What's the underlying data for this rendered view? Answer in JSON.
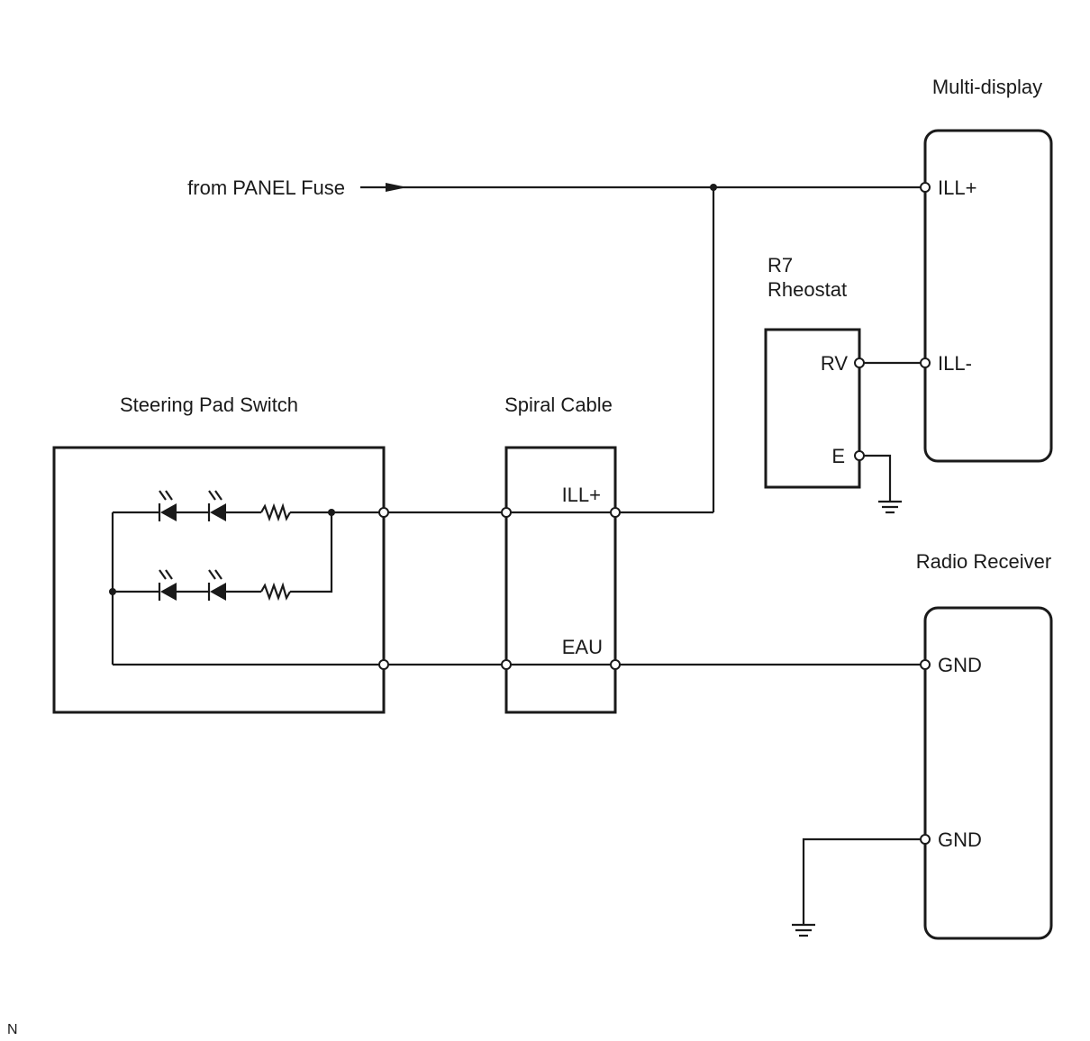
{
  "labels": {
    "panel_fuse": "from PANEL Fuse",
    "multi_display": "Multi-display",
    "rheostat_id": "R7",
    "rheostat_name": "Rheostat",
    "steering_pad_switch": "Steering Pad Switch",
    "spiral_cable": "Spiral Cable",
    "radio_receiver": "Radio Receiver",
    "corner_mark": "N"
  },
  "pins": {
    "md_ill_plus": "ILL+",
    "md_ill_minus": "ILL-",
    "rh_rv": "RV",
    "rh_e": "E",
    "sc_ill_plus": "ILL+",
    "sc_eau": "EAU",
    "rr_gnd_1": "GND",
    "rr_gnd_2": "GND"
  }
}
